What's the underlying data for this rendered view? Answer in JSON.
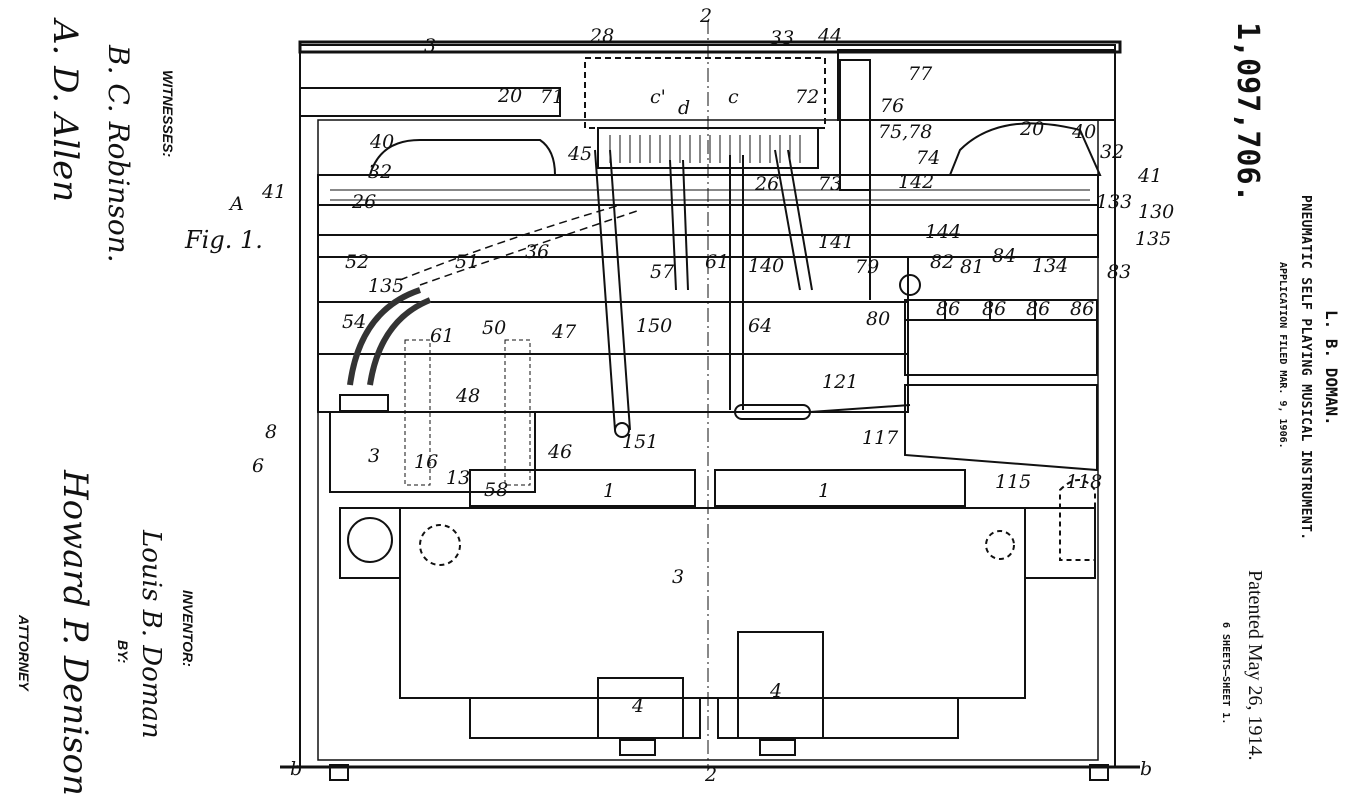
{
  "header": {
    "patent_number": "1,097,706.",
    "inventor_name": "L. B. DOMAN.",
    "title": "PNEUMATIC SELF PLAYING MUSICAL INSTRUMENT.",
    "application": "APPLICATION FILED MAR. 9, 1906.",
    "patented": "Patented May 26, 1914.",
    "sheets": "6 SHEETS—SHEET 1."
  },
  "signatures": {
    "witnesses_label": "WITNESSES:",
    "witness_1": "B. C. Robinson.",
    "witness_2": "A. D. Allen",
    "inventor_label": "INVENTOR:",
    "inventor": "Louis B. Doman",
    "by_label": "BY:",
    "attorney": "Howard P. Denison",
    "attorney_label": "ATTORNEY"
  },
  "drawing": {
    "figure_label": "Fig. 1.",
    "numerals": [
      "A",
      "28",
      "2",
      "33",
      "44",
      "77",
      "20",
      "20",
      "71",
      "72",
      "c'",
      "c",
      "d",
      "76",
      "75,78",
      "74",
      "40",
      "40",
      "32",
      "32",
      "41",
      "41",
      "45",
      "73",
      "142",
      "26",
      "26",
      "133",
      "130",
      "3",
      "144",
      "52",
      "51",
      "36",
      "57",
      "61",
      "140",
      "141",
      "79",
      "82",
      "81",
      "84",
      "135",
      "134",
      "83",
      "80",
      "135",
      "54",
      "61",
      "50",
      "47",
      "150",
      "64",
      "86",
      "86",
      "86",
      "86",
      "48",
      "121",
      "8",
      "3",
      "16",
      "13",
      "58",
      "46",
      "151",
      "117",
      "115",
      "118",
      "1",
      "1",
      "6",
      "3",
      "4",
      "4",
      "b",
      "b",
      "2"
    ]
  }
}
